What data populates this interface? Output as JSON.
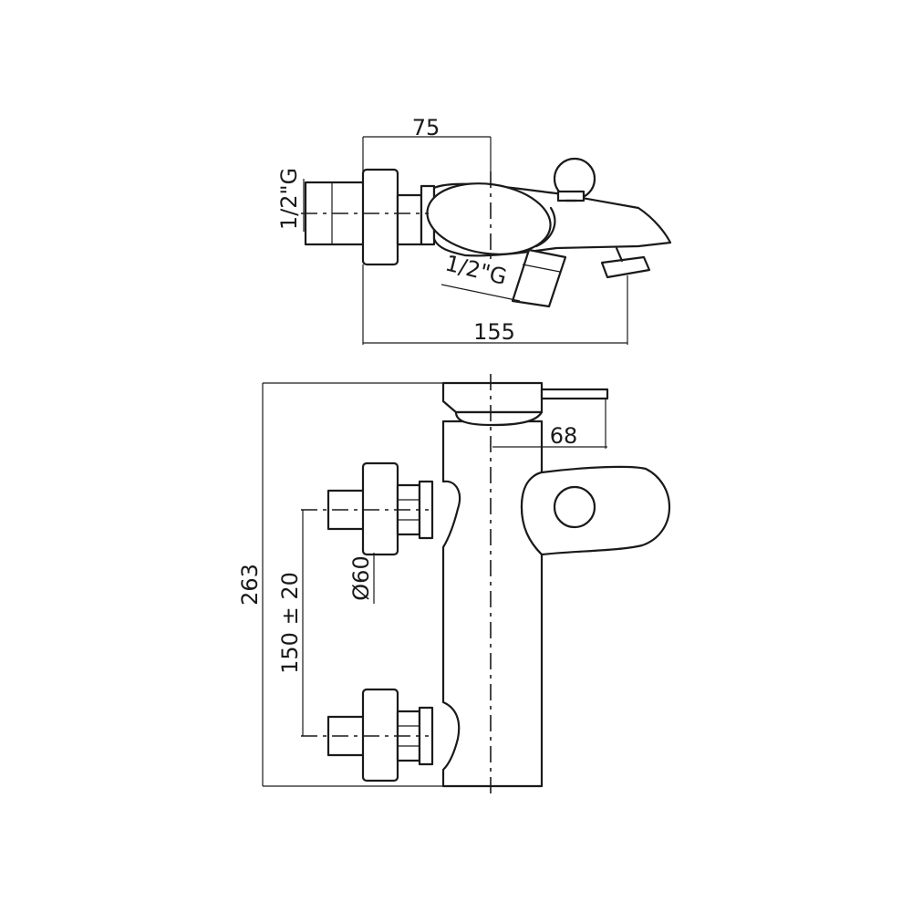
{
  "dimensions": {
    "top_width_75": "75",
    "top_inlet_thread": "1/2\"G",
    "top_outlet_thread": "1/2\"G",
    "top_total_155": "155",
    "front_spout_68": "68",
    "front_height_263": "263",
    "front_centers": "150 ± 20",
    "front_rosette_diameter": "Ø60"
  }
}
